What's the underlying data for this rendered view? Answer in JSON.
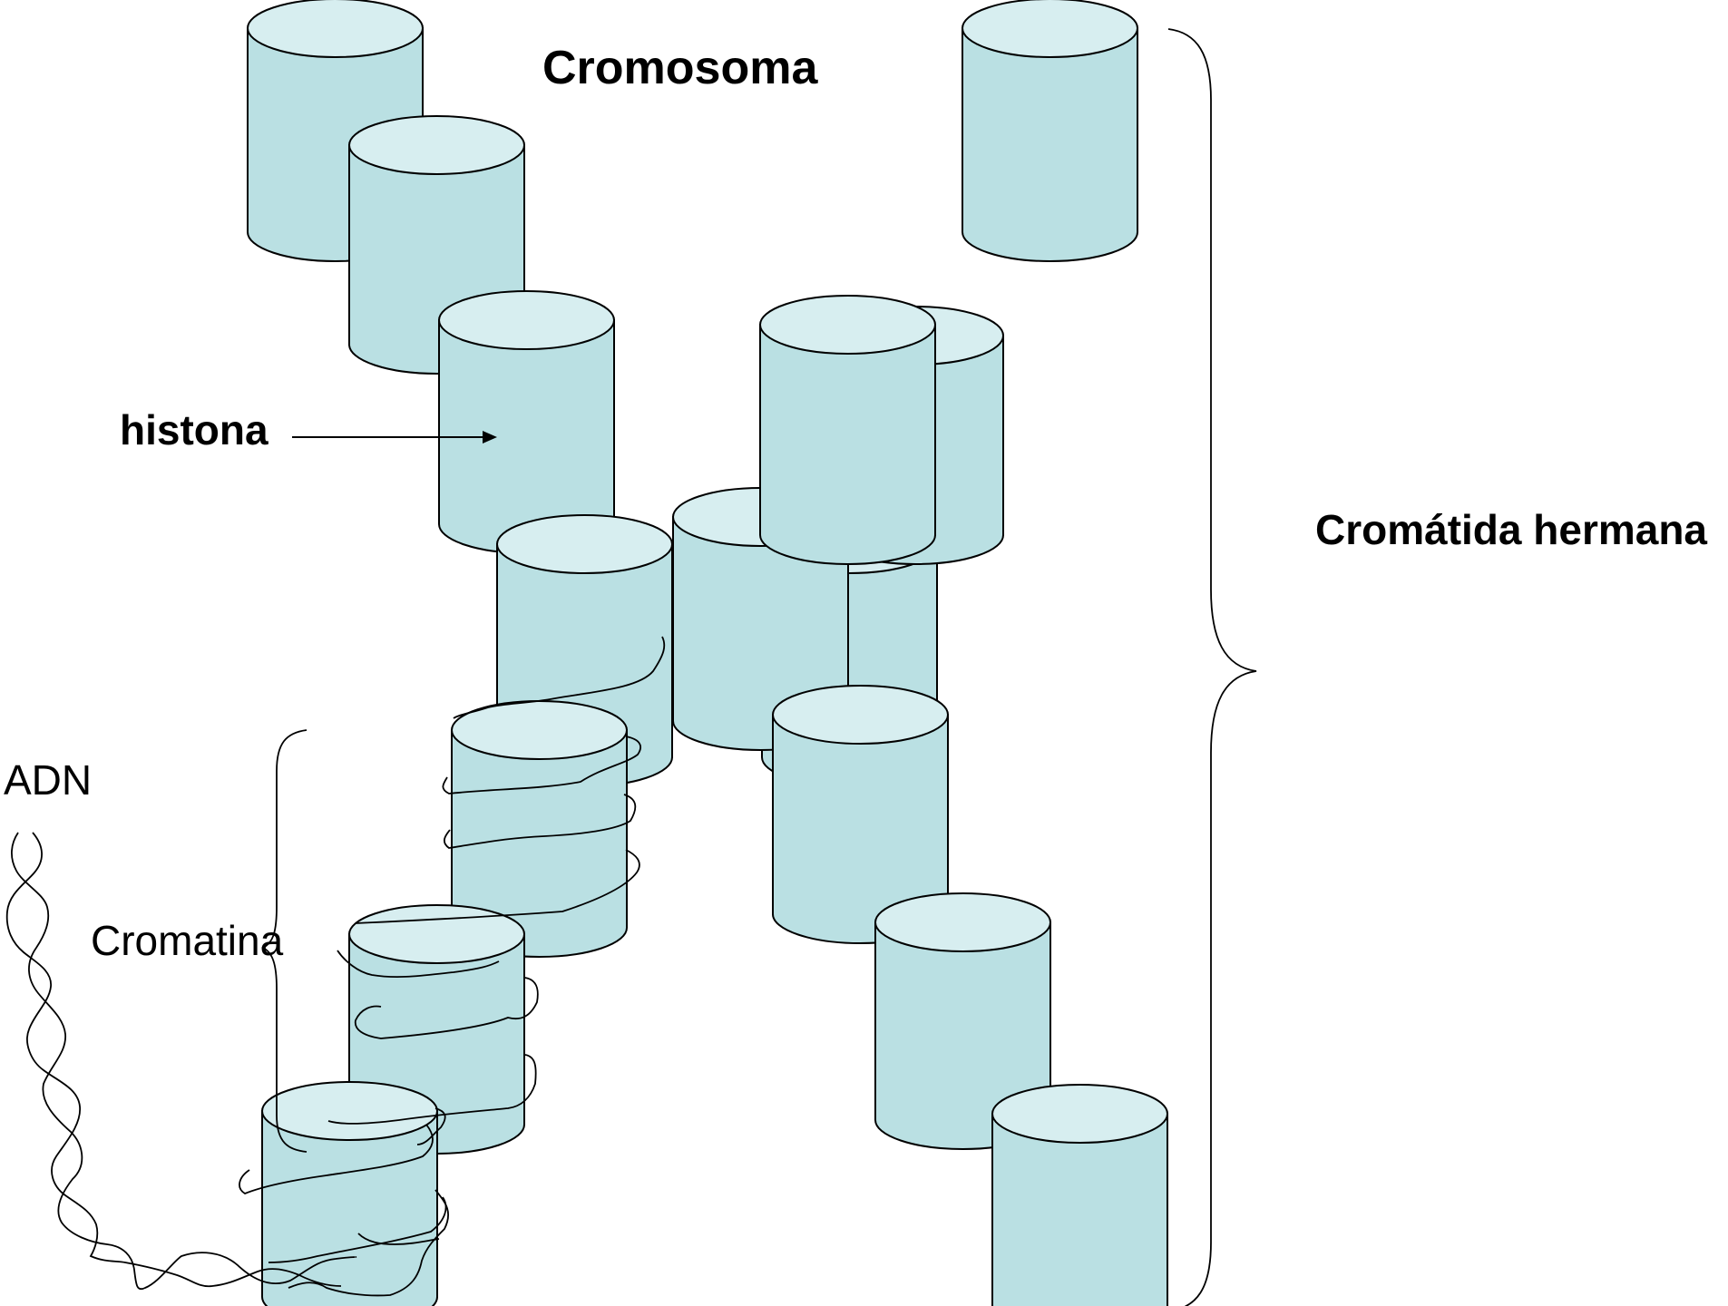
{
  "labels": {
    "title": "Cromosoma",
    "histone": "histona",
    "sister_chromatid": "Cromátida hermana",
    "dna": "ADN",
    "chromatin": "Cromatina"
  },
  "colors": {
    "cylinder_body": "#bae0e3",
    "cylinder_top": "#d7eef0",
    "stroke": "#000000",
    "background": "#ffffff"
  },
  "icons": {
    "histone": "cylinder-icon",
    "arrow": "arrow-right-icon",
    "brace": "curly-brace-icon",
    "dna": "dna-strand-icon"
  }
}
